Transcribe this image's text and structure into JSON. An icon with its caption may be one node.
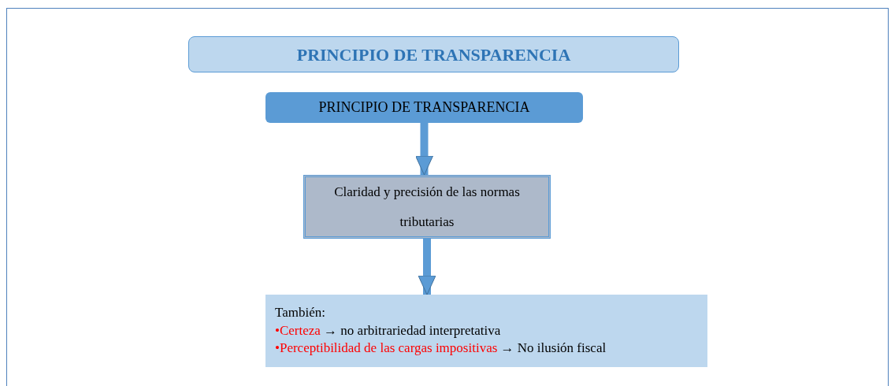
{
  "diagram": {
    "title": "PRINCIPIO DE TRANSPARENCIA",
    "nodes": [
      {
        "text": [
          "PRINCIPIO DE TRANSPARENCIA"
        ]
      },
      {
        "text": [
          "Claridad y precisión de las normas tributarias"
        ]
      },
      {
        "text": [
          "También:",
          "•Certeza → no arbitrariedad interpretativa",
          "•Perceptibilidad de las cargas impositivas → No ilusión fiscal"
        ]
      }
    ],
    "edges": [
      {
        "from": 0,
        "to": 1,
        "arrow": "to"
      },
      {
        "from": 1,
        "to": 2,
        "arrow": "to"
      }
    ]
  }
}
